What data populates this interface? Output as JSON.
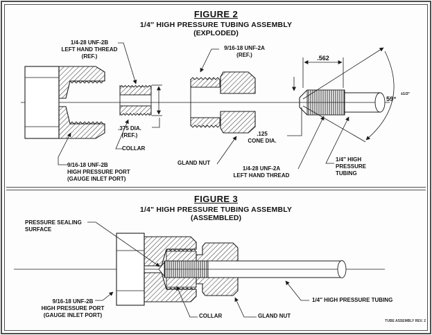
{
  "page": {
    "rev_note": "TUBE ASSEMBLY REV. 2"
  },
  "figure2": {
    "title": "FIGURE 2",
    "subtitle": "1/4″ HIGH PRESSURE TUBING ASSEMBLY",
    "state": "(EXPLODED)",
    "labels": {
      "collar_thread": "1/4-28 UNF-2B\nLEFT HAND THREAD\n(REF.)",
      "gland_thread": "9/16-18 UNF-2A\n(REF.)",
      "collar_dia": ".375 DIA.\n(REF.)",
      "collar": "COLLAR",
      "gland_nut": "GLAND NUT",
      "port": "9/16-18 UNF-2B\nHIGH PRESSURE PORT\n(GAUGE INLET PORT)",
      "cone_dia": ".125\nCONE DIA.",
      "tube_thread": "1/4-28 UNF-2A\nLEFT HAND THREAD",
      "tubing": "1/4″ HIGH\nPRESSURE\nTUBING",
      "length_dim": ".562",
      "angle": "59°",
      "angle_tol": "±1/2°"
    }
  },
  "figure3": {
    "title": "FIGURE 3",
    "subtitle": "1/4\" HIGH PRESSURE TUBING ASSEMBLY",
    "state": "(ASSEMBLED)",
    "labels": {
      "sealing": "PRESSURE SEALING\nSURFACE",
      "port": "9/16-18 UNF-2B\nHIGH PRESSURE PORT\n(GAUGE INLET PORT)",
      "collar": "COLLAR",
      "gland_nut": "GLAND NUT",
      "tubing": "1/4″ HIGH PRESSURE TUBING"
    }
  }
}
